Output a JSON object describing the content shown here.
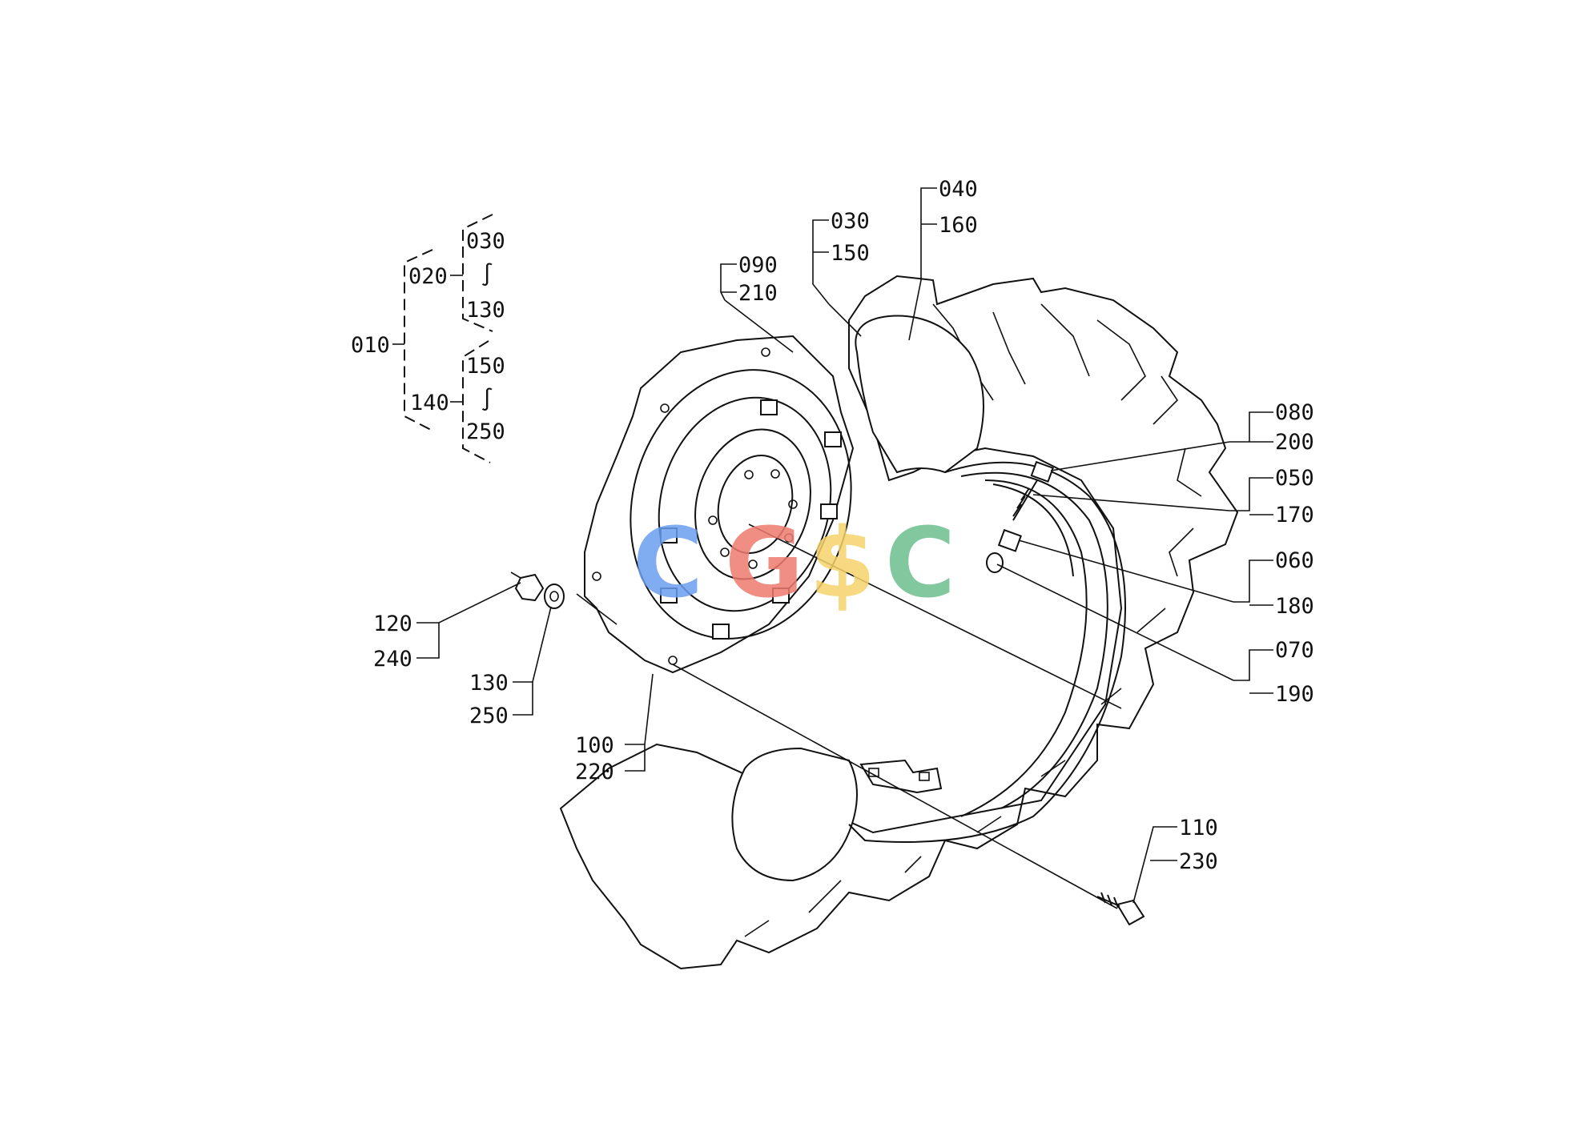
{
  "hierarchy": {
    "root": "010",
    "groups": [
      {
        "label": "020",
        "range_start": "030",
        "range_sep": "∫",
        "range_end": "130"
      },
      {
        "label": "140",
        "range_start": "150",
        "range_sep": "∫",
        "range_end": "250"
      }
    ]
  },
  "callouts": [
    {
      "top": "040",
      "bottom": "160"
    },
    {
      "top": "030",
      "bottom": "150"
    },
    {
      "top": "090",
      "bottom": "210"
    },
    {
      "top": "080",
      "bottom": "200"
    },
    {
      "top": "050",
      "bottom": "170"
    },
    {
      "top": "060",
      "bottom": "180"
    },
    {
      "top": "070",
      "bottom": "190"
    },
    {
      "top": "120",
      "bottom": "240"
    },
    {
      "top": "130",
      "bottom": "250"
    },
    {
      "top": "100",
      "bottom": "220"
    },
    {
      "top": "110",
      "bottom": "230"
    }
  ],
  "watermark": {
    "letters": [
      "C",
      "G",
      "$",
      "C"
    ],
    "colors": [
      "#6a9ef0",
      "#ef7b6f",
      "#f5d36a",
      "#6cbf8f"
    ]
  }
}
